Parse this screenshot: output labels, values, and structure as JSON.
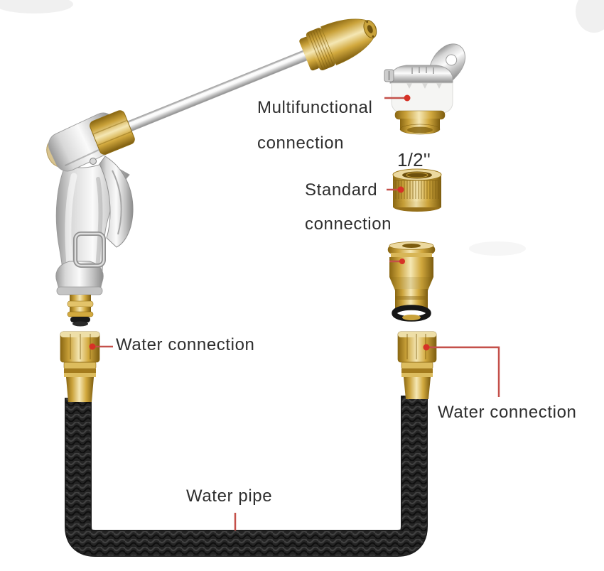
{
  "labels": {
    "multifunctional_line1": "Multifunctional",
    "multifunctional_line2": "connection",
    "size_spec": "1/2''",
    "standard_line1": "Standard",
    "standard_line2": "connection",
    "water_connection_left": "Water connection",
    "water_connection_right": "Water connection",
    "water_pipe": "Water pipe"
  },
  "colors": {
    "background": "#ffffff",
    "callout_line_red": "#c4504a",
    "callout_dot_red": "#d63226",
    "brass_gold": "#caa23a",
    "metal_silver": "#d6d6d6",
    "hose_black": "#232323",
    "label_text": "#2e2e2e"
  }
}
